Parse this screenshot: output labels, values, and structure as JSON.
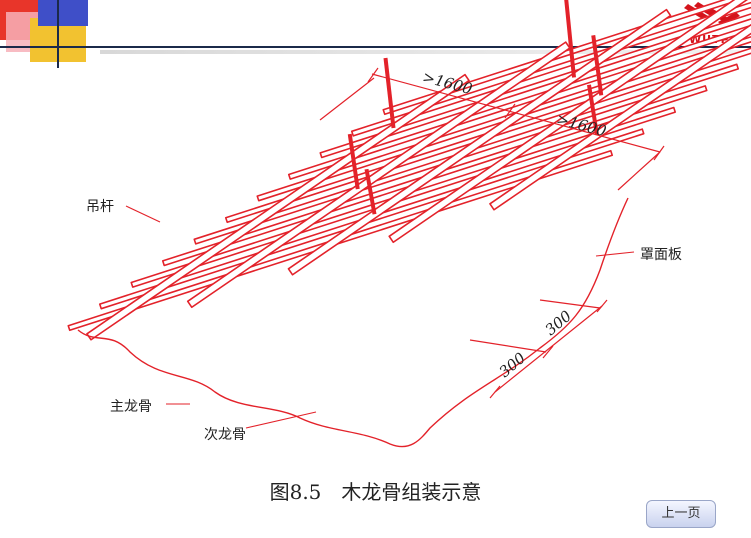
{
  "header": {
    "logo_text": "WUTP",
    "colors": {
      "red": "#e8352a",
      "pink": "#f7b0b8",
      "yellow": "#f2c230",
      "blue": "#3f4fc8",
      "navy": "#1b2a4a",
      "drawing_red": "#e3222a"
    }
  },
  "diagram": {
    "labels": {
      "hanger_rod": "吊杆",
      "facing_board": "罩面板",
      "main_joist": "主龙骨",
      "secondary_joist": "次龙骨"
    },
    "dimensions": {
      "span_1": ">1600",
      "span_2": ">1600",
      "spacing_1": "300",
      "spacing_2": "300"
    }
  },
  "caption": "图8.5　木龙骨组装示意",
  "nav": {
    "label": "上一页"
  }
}
